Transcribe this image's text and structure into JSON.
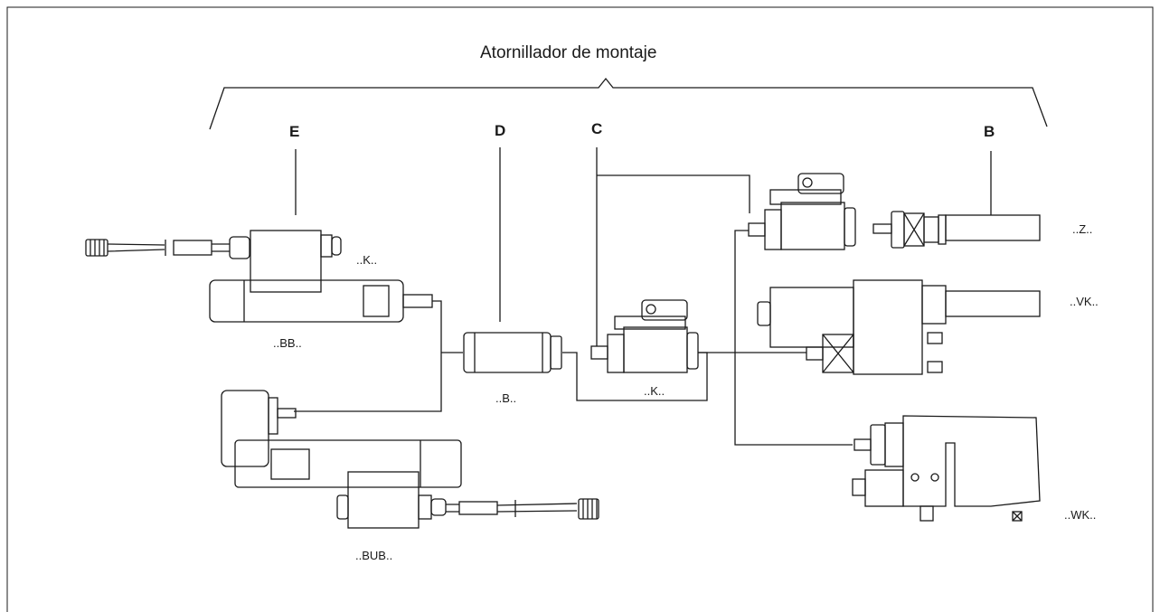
{
  "title": "Atornillador de montaje",
  "sections": {
    "E": "E",
    "D": "D",
    "C": "C",
    "B": "B"
  },
  "variants": {
    "k_left": "..K..",
    "bb": "..BB..",
    "bub": "..BUB..",
    "b": "..B..",
    "k_center": "..K..",
    "z": "..Z..",
    "vk": "..VK..",
    "wk": "..WK.."
  }
}
